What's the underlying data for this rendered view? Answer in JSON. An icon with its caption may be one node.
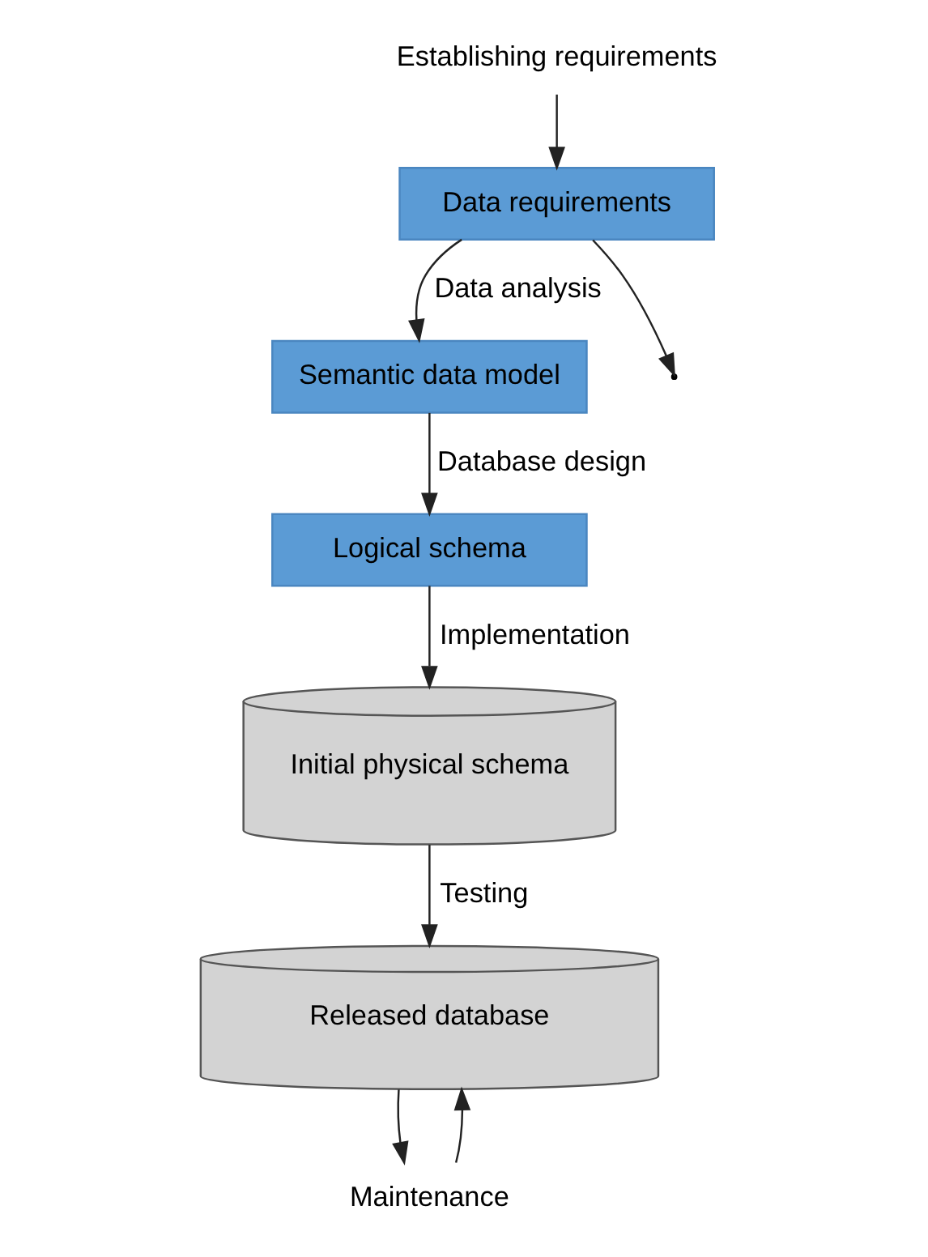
{
  "diagram": {
    "nodes": [
      {
        "text": [
          "Establishing requirements"
        ]
      },
      {
        "text": [
          "Data requirements"
        ]
      },
      {
        "text": [
          "Semantic data model"
        ]
      },
      {
        "text": [
          "Logical schema"
        ]
      },
      {
        "text": [
          "Initial physical schema"
        ]
      },
      {
        "text": [
          "Released database"
        ]
      },
      {
        "text": [
          "Maintenance"
        ]
      }
    ],
    "edges": [
      {
        "from": 0,
        "to": 1,
        "arrow": "to"
      },
      {
        "from": 1,
        "to": 2,
        "arrow": "to",
        "label": "Data analysis"
      },
      {
        "from": 2,
        "to": 3,
        "arrow": "to",
        "label": "Database design"
      },
      {
        "from": 3,
        "to": 4,
        "arrow": "to",
        "label": "Implementation"
      },
      {
        "from": 4,
        "to": 5,
        "arrow": "to",
        "label": "Testing"
      },
      {
        "from": 1,
        "to": null,
        "arrow": "to"
      },
      {
        "from": 5,
        "to": 6,
        "arrow": "to"
      },
      {
        "from": 6,
        "to": 5,
        "arrow": "to"
      }
    ]
  }
}
